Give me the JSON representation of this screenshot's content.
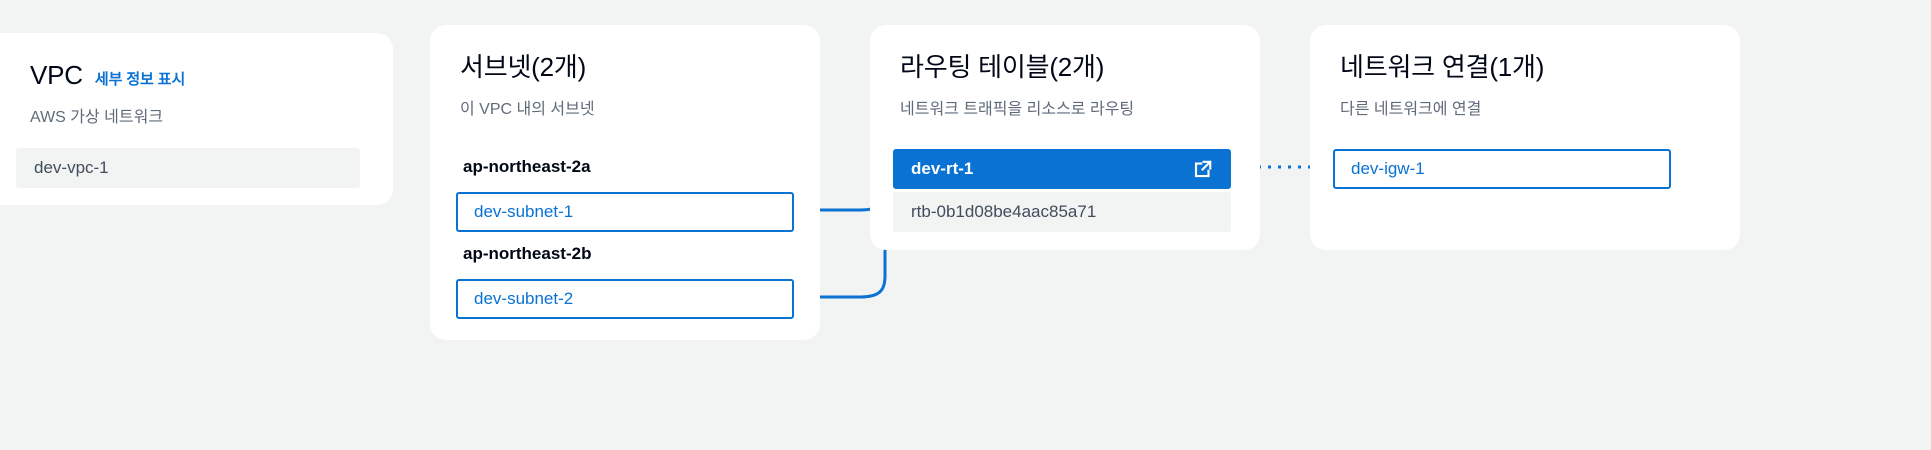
{
  "theme": {
    "page_background": "#f2f3f3",
    "card_background": "#ffffff",
    "accent_blue": "#0972d3",
    "link_blue": "#0972d3",
    "text_primary": "#000716",
    "text_secondary": "#5f6b7a",
    "chip_gray": "#f2f3f3",
    "connector_blue": "#0972d3"
  },
  "cards": {
    "vpc": {
      "title": "VPC",
      "details_link": "세부 정보 표시",
      "subtitle": "AWS 가상 네트워크",
      "resource": "dev-vpc-1"
    },
    "subnets": {
      "title": "서브넷(2개)",
      "subtitle": "이 VPC 내의 서브넷",
      "availability_zones": [
        {
          "label": "ap-northeast-2a",
          "resource": "dev-subnet-1"
        },
        {
          "label": "ap-northeast-2b",
          "resource": "dev-subnet-2"
        }
      ]
    },
    "route_tables": {
      "title": "라우팅 테이블(2개)",
      "subtitle": "네트워크 트래픽을 리소스로 라우팅",
      "selected_resource": "dev-rt-1",
      "external_link_icon": "external-link-icon",
      "resource_id": "rtb-0b1d08be4aac85a71"
    },
    "network_connections": {
      "title": "네트워크 연결(1개)",
      "subtitle": "다른 네트워크에 연결",
      "resource": "dev-igw-1"
    }
  }
}
